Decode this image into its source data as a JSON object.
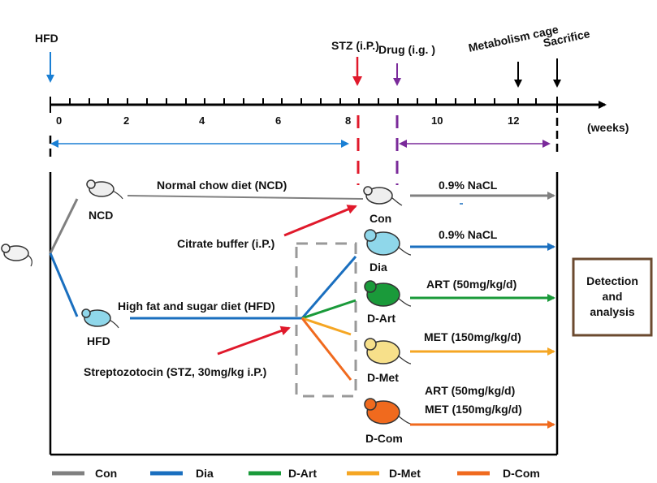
{
  "timeline": {
    "unit_label": "(weeks)",
    "ticks": [
      "0",
      "2",
      "4",
      "6",
      "8",
      "10",
      "12"
    ],
    "events": {
      "hfd": "HFD",
      "stz": "STZ (i.P.)",
      "drug": "Drug (i.g. )",
      "metabolism": "Metabolism cage",
      "sacrifice": "Sacrifice"
    }
  },
  "branches": {
    "ncd_mouse_label": "NCD",
    "hfd_mouse_label": "HFD",
    "ncd_diet": "Normal chow diet (NCD)",
    "hfd_diet": "High fat and sugar diet (HFD)",
    "citrate": "Citrate buffer (i.P.)",
    "stz": "Streptozotocin (STZ, 30mg/kg i.P.)"
  },
  "groups": [
    {
      "label": "Con",
      "treatment": "0.9% NaCL",
      "color": "#808080",
      "icon": "mouse-white-icon"
    },
    {
      "label": "Dia",
      "treatment": "0.9% NaCL",
      "color": "#1a6fbf",
      "icon": "mouse-blue-icon"
    },
    {
      "label": "D-Art",
      "treatment": "ART (50mg/kg/d)",
      "color": "#1a9a3a",
      "icon": "mouse-green-icon"
    },
    {
      "label": "D-Met",
      "treatment": "MET (150mg/kg/d)",
      "color": "#f5a623",
      "icon": "mouse-yellow-icon"
    },
    {
      "label": "D-Com",
      "treatment": "ART (50mg/kg/d)",
      "treatment2": "MET (150mg/kg/d)",
      "color": "#f06a1e",
      "icon": "mouse-orange-icon"
    }
  ],
  "outcome": {
    "label_line1": "Detection",
    "label_line2": "and",
    "label_line3": "analysis",
    "border_color": "#6b4a2f"
  },
  "legend": [
    {
      "label": "Con",
      "color": "#808080"
    },
    {
      "label": "Dia",
      "color": "#1a6fbf"
    },
    {
      "label": "D-Art",
      "color": "#1a9a3a"
    },
    {
      "label": "D-Met",
      "color": "#f5a623"
    },
    {
      "label": "D-Com",
      "color": "#f06a1e"
    }
  ],
  "colors": {
    "hfd_arrow": "#1a7fd4",
    "stz_arrow": "#e0192b",
    "drug_arrow": "#7a2a9a",
    "phase1_range": "#1a7fd4",
    "phase2_range": "#7a2a9a",
    "dashed_box": "#999999"
  }
}
